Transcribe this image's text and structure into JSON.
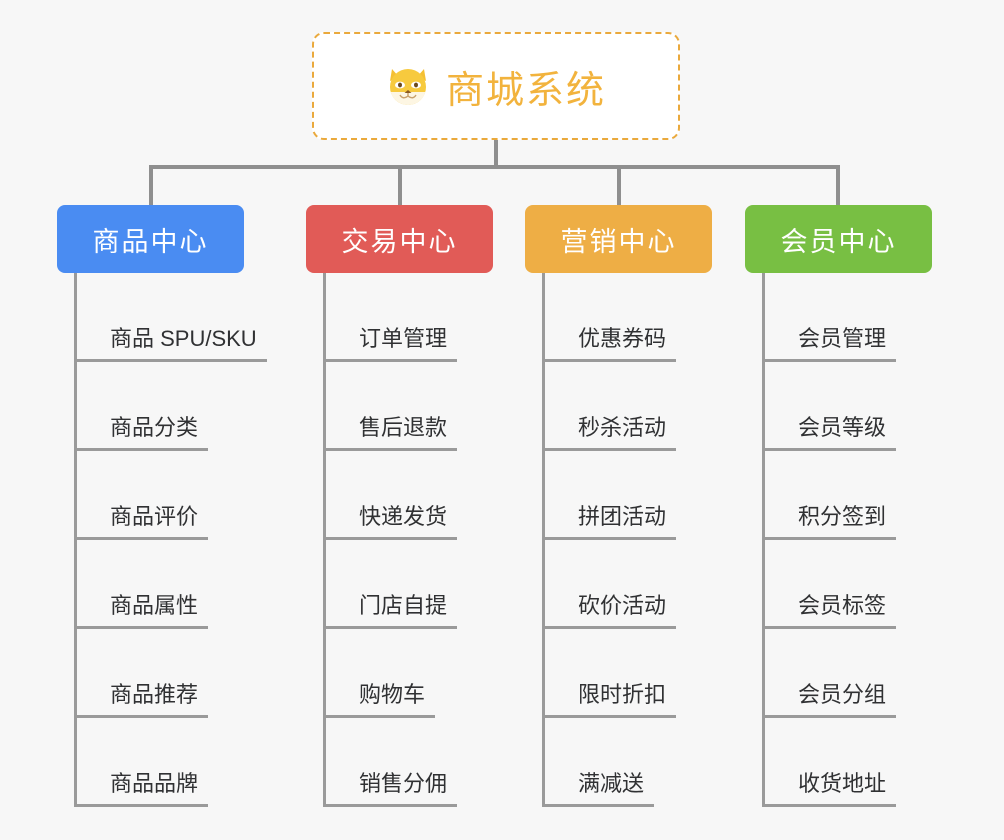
{
  "root": {
    "icon": "dog-face-icon",
    "icon_glyph": "🐶",
    "title": "商城系统",
    "border_color": "#eaa93c",
    "text_color": "#f2b33d",
    "background": "#ffffff"
  },
  "canvas": {
    "background": "#f7f7f7",
    "line_color": "#8f8f8f"
  },
  "categories": [
    {
      "id": "product-center",
      "label": "商品中心",
      "color": "#4a8cf2",
      "items": [
        {
          "label": "商品 SPU/SKU"
        },
        {
          "label": "商品分类"
        },
        {
          "label": "商品评价"
        },
        {
          "label": "商品属性"
        },
        {
          "label": "商品推荐"
        },
        {
          "label": "商品品牌"
        }
      ]
    },
    {
      "id": "trade-center",
      "label": "交易中心",
      "color": "#e15b57",
      "items": [
        {
          "label": "订单管理"
        },
        {
          "label": "售后退款"
        },
        {
          "label": "快递发货"
        },
        {
          "label": "门店自提"
        },
        {
          "label": "购物车"
        },
        {
          "label": "销售分佣"
        }
      ]
    },
    {
      "id": "marketing-center",
      "label": "营销中心",
      "color": "#eeae45",
      "items": [
        {
          "label": "优惠券码"
        },
        {
          "label": "秒杀活动"
        },
        {
          "label": "拼团活动"
        },
        {
          "label": "砍价活动"
        },
        {
          "label": "限时折扣"
        },
        {
          "label": "满减送"
        }
      ]
    },
    {
      "id": "member-center",
      "label": "会员中心",
      "color": "#78bf43",
      "items": [
        {
          "label": "会员管理"
        },
        {
          "label": "会员等级"
        },
        {
          "label": "积分签到"
        },
        {
          "label": "会员标签"
        },
        {
          "label": "会员分组"
        },
        {
          "label": "收货地址"
        }
      ]
    }
  ]
}
